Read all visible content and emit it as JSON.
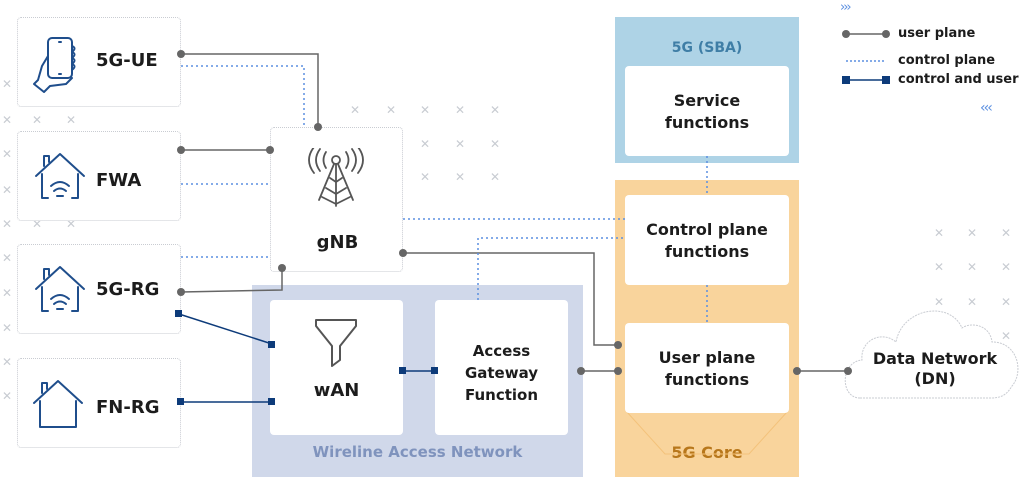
{
  "devices": [
    {
      "id": "5g-ue",
      "label": "5G-UE",
      "icon": "smartphone-hand-icon"
    },
    {
      "id": "fwa",
      "label": "FWA",
      "icon": "house-wifi-icon"
    },
    {
      "id": "5g-rg",
      "label": "5G-RG",
      "icon": "house-wifi-icon"
    },
    {
      "id": "fn-rg",
      "label": "FN-RG",
      "icon": "house-icon"
    }
  ],
  "gnb": {
    "label": "gNB",
    "icon": "cell-tower-icon"
  },
  "wireline": {
    "region_label": "Wireline Access Network",
    "wan_label": "wAN",
    "wan_icon": "filter-funnel-icon",
    "agf_label_lines": [
      "Access",
      "Gateway",
      "Function"
    ]
  },
  "sba": {
    "region_label": "5G (SBA)",
    "service_lines": [
      "Service",
      "functions"
    ]
  },
  "core": {
    "region_label": "5G Core",
    "control_lines": [
      "Control plane",
      "functions"
    ],
    "user_lines": [
      "User plane",
      "functions"
    ]
  },
  "dn": {
    "lines": [
      "Data Network",
      "(DN)"
    ]
  },
  "legend": {
    "items": [
      {
        "label": "user plane",
        "style": "user-plane"
      },
      {
        "label": "control plane",
        "style": "control-plane"
      },
      {
        "label": "control and user",
        "style": "control-and-user"
      }
    ]
  },
  "colors": {
    "user_plane": "#666666",
    "control_plane": "#5b8fe0",
    "control_and_user": "#0d3b7a",
    "icon_blue": "#1f4e8c",
    "wireline_bg": "#d0d8ea",
    "wireline_text": "#7f93bd",
    "sba_bg": "#aed3e6",
    "sba_text": "#3f7ea6",
    "core_bg": "#f9d49c",
    "core_text": "#b8771b"
  }
}
